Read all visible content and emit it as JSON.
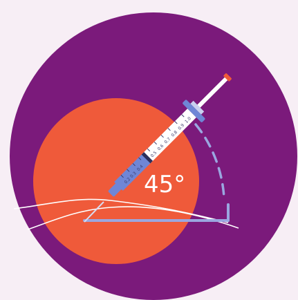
{
  "illustration": {
    "angle_label": "45°",
    "icon": "syringe-injection-45-degree",
    "scale_marks": [
      "0.2",
      "0.3",
      "0.4",
      "0.5",
      "0.6",
      "0.7",
      "0.8",
      "0.9",
      "1.0"
    ]
  },
  "colors": {
    "background": "#f7eef5",
    "purple_disc": "#7b1a7b",
    "orange_disc": "#ef5a3a",
    "guide": "#9aa7e0",
    "syringe_body": "#ffffff",
    "syringe_fill": "#6f86d6",
    "syringe_tip": "#ef5a3a"
  }
}
